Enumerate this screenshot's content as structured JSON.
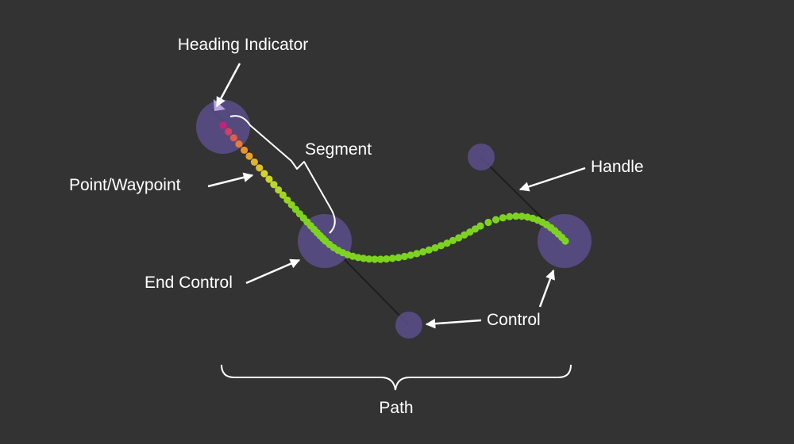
{
  "labels": {
    "heading_indicator": "Heading Indicator",
    "segment": "Segment",
    "point_waypoint": "Point/Waypoint",
    "handle": "Handle",
    "end_control": "End Control",
    "control": "Control",
    "path": "Path"
  },
  "colors": {
    "background": "#333333",
    "control": "#6a5a9a",
    "handle_line": "#1e1e1e",
    "path_green": "#7ed321",
    "path_yellow": "#d4d62a",
    "path_orange": "#f0882a",
    "path_magenta": "#c8207a",
    "heading_indicator": "#b9a8e0",
    "annotation": "#ffffff"
  }
}
